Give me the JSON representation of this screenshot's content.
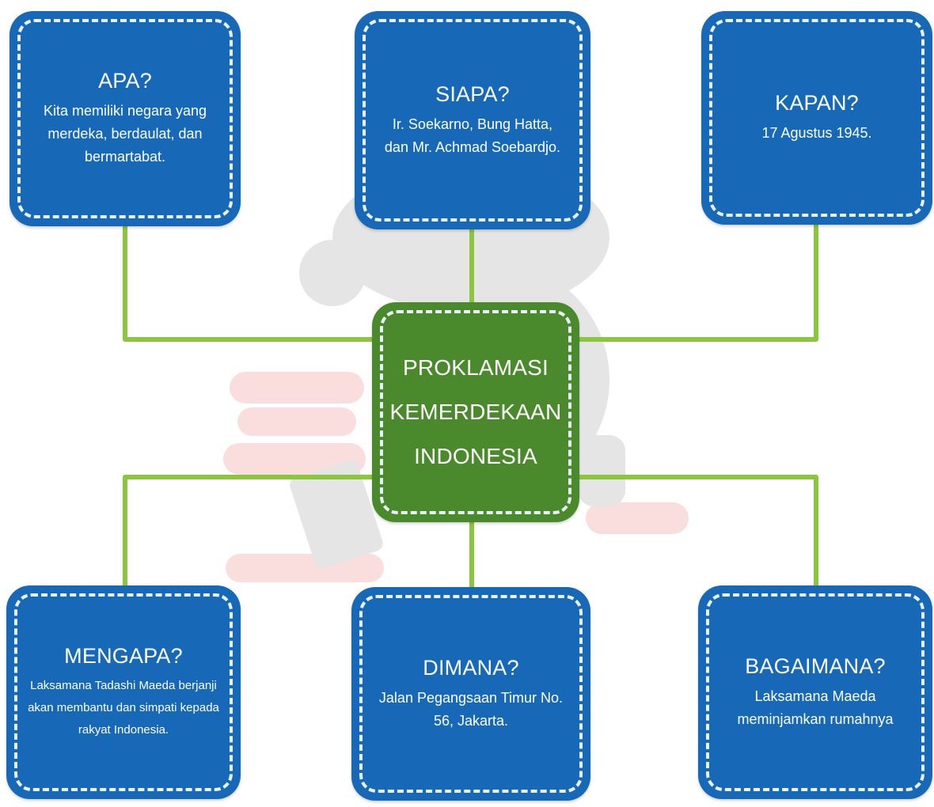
{
  "colors": {
    "card_blue": "#1769b8",
    "card_green": "#4a8a2c",
    "connector": "#8cc63f",
    "dash": "#eaf3fb"
  },
  "center": {
    "lines": [
      "PROKLAMASI",
      "KEMERDEKAAN",
      "INDONESIA"
    ]
  },
  "cards": {
    "apa": {
      "title": "APA?",
      "lines": [
        "Kita memiliki negara yang",
        "merdeka, berdaulat, dan",
        "bermartabat."
      ]
    },
    "siapa": {
      "title": "SIAPA?",
      "lines": [
        "Ir. Soekarno, Bung Hatta,",
        "dan Mr. Achmad Soebardjo."
      ]
    },
    "kapan": {
      "title": "KAPAN?",
      "lines": [
        "17 Agustus 1945."
      ]
    },
    "mengapa": {
      "title": "MENGAPA?",
      "lines": [
        "Laksamana Tadashi Maeda berjanji",
        "akan membantu dan simpati kepada",
        "rakyat Indonesia."
      ]
    },
    "dimana": {
      "title": "DIMANA?",
      "lines": [
        "Jalan Pegangsaan Timur No.",
        "56, Jakarta."
      ]
    },
    "bagaimana": {
      "title": "BAGAIMANA?",
      "lines": [
        "Laksamana Maeda",
        "meminjamkan rumahnya"
      ]
    }
  }
}
